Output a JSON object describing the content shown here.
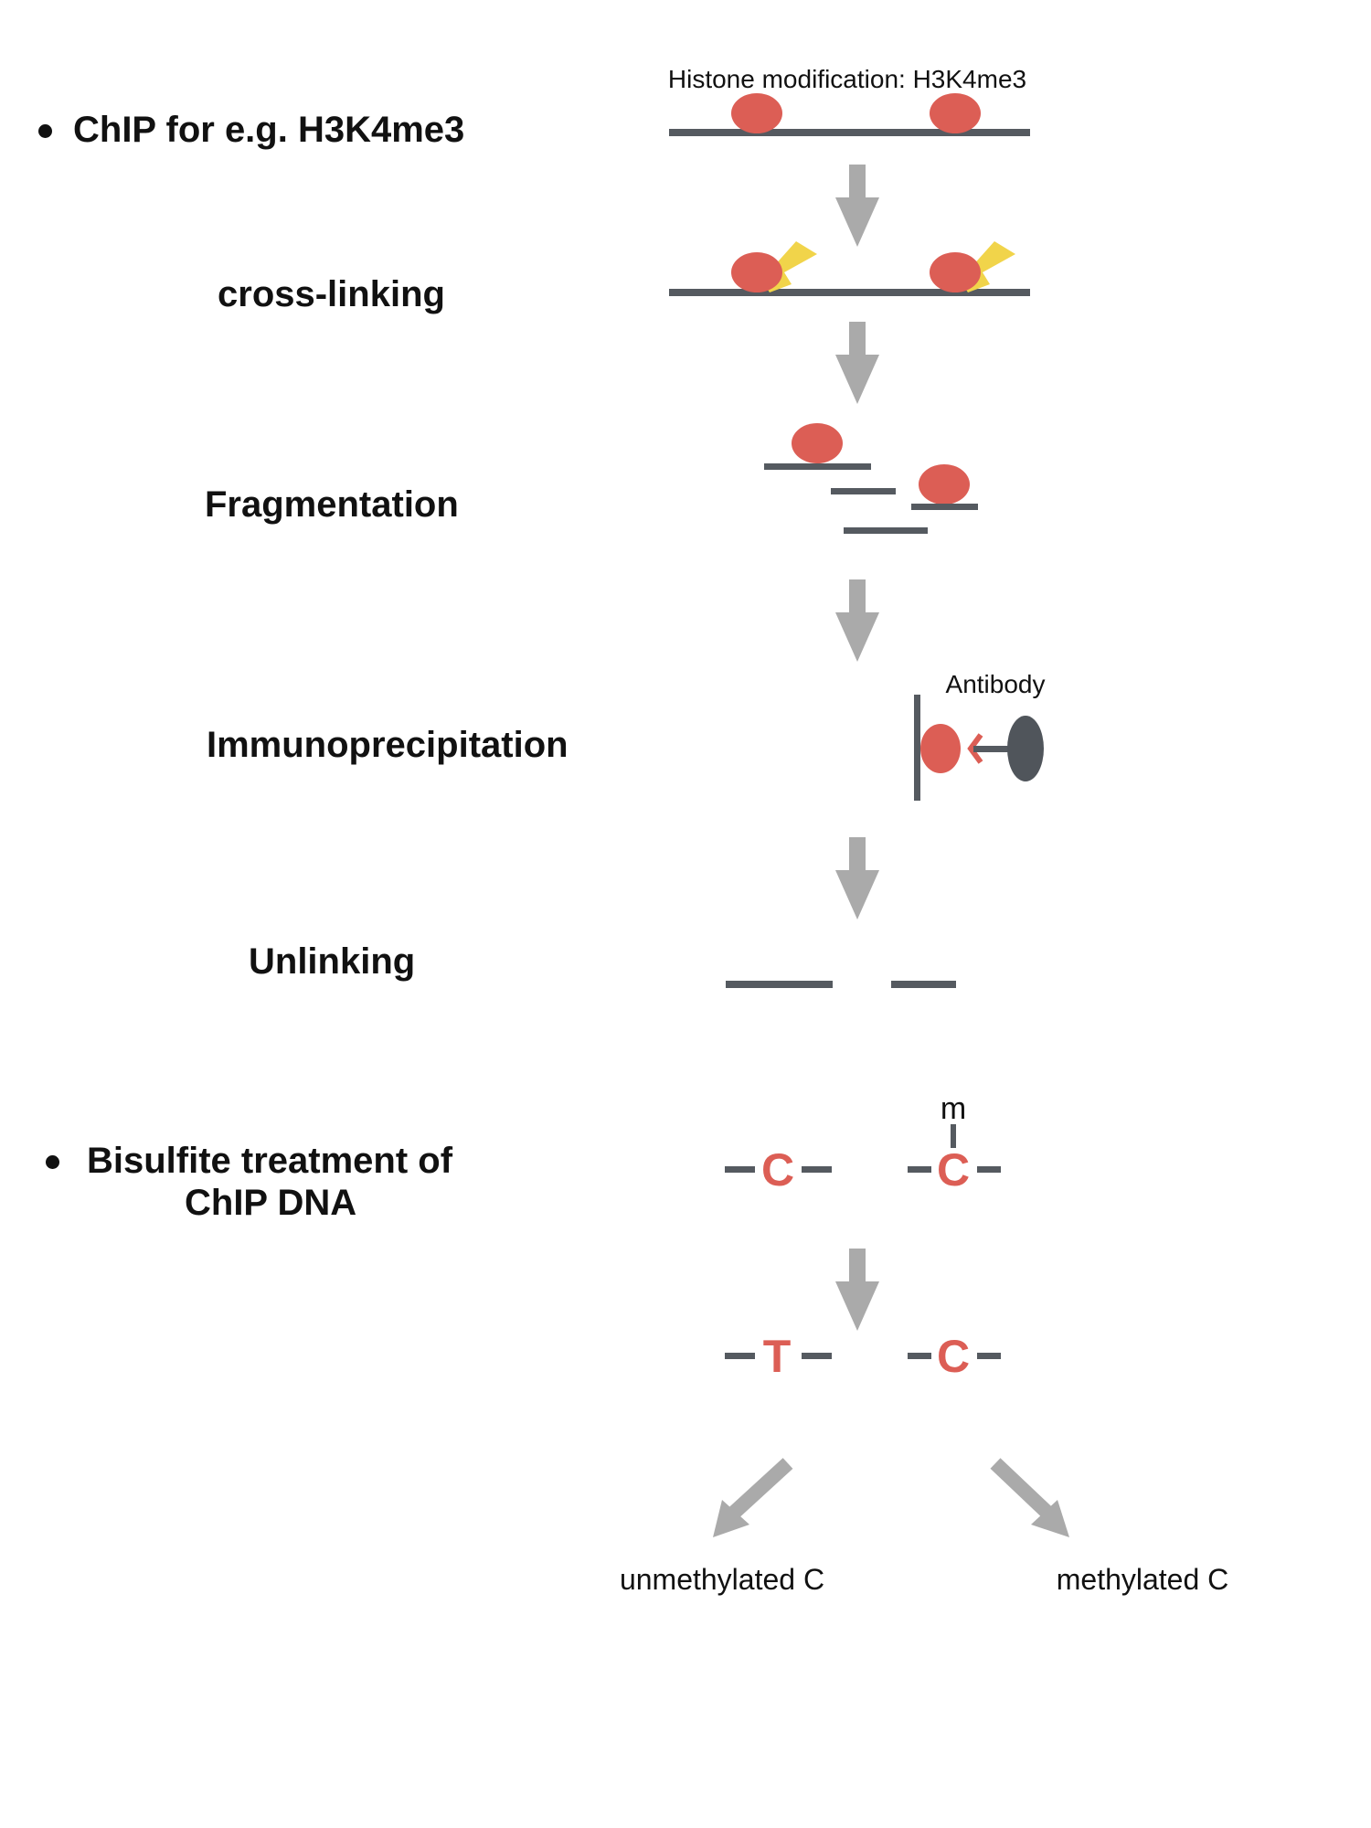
{
  "colors": {
    "dna": "#555a60",
    "histone": "#dc5e55",
    "arrow": "#aaaaaa",
    "crosslink": "#f1d44a",
    "antibody_bead": "#50555b",
    "text": "#111111"
  },
  "steps": {
    "chip": "ChIP for e.g. H3K4me3",
    "crosslinking": "cross-linking",
    "fragmentation": "Fragmentation",
    "immunoprecipitation": "Immunoprecipitation",
    "unlinking": "Unlinking",
    "bisulfite_line1": "Bisulfite treatment of",
    "bisulfite_line2": "ChIP DNA"
  },
  "annotations": {
    "histone_modification": "Histone modification: H3K4me3",
    "antibody": "Antibody",
    "methyl_mark": "m",
    "before_left_base": "C",
    "before_right_base": "C",
    "after_left_base": "T",
    "after_right_base": "C",
    "unmethylated": "unmethylated C",
    "methylated": "methylated C"
  }
}
